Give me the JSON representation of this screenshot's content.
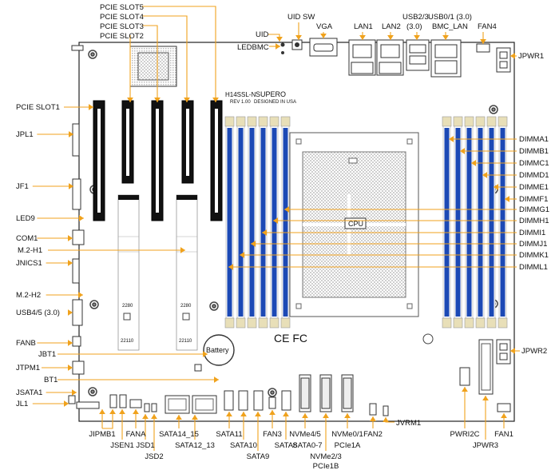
{
  "board": {
    "model": "H14SSL-N",
    "rev": "REV 1.00",
    "brand": "SUPERO",
    "designed": "DESIGNED IN USA",
    "cpu": "CPU",
    "battery": "Battery",
    "m2_2280": "2280",
    "m2_22110": "22110",
    "cert": "CE FC"
  },
  "colors": {
    "leader": "#f0a21c",
    "dimm_slot": "#1c49b5",
    "dimm_latch": "#e8dfb8",
    "board": "#ffffff",
    "outline": "#222222",
    "slot_black": "#111111",
    "label": "#111111"
  },
  "labels": {
    "top": {
      "pcie5": "PCIE SLOT5",
      "pcie4": "PCIE SLOT4",
      "pcie3": "PCIE SLOT3",
      "pcie2": "PCIE SLOT2",
      "uid_sw": "UID SW",
      "uid": "UID",
      "ledbmc": "LEDBMC",
      "vga": "VGA",
      "lan1": "LAN1",
      "lan2": "LAN2",
      "usb23_a": "USB2/3",
      "usb23_b": "(3.0)",
      "usb01": "USB0/1 (3.0)",
      "bmc_lan": "BMC_LAN",
      "fan4": "FAN4",
      "jpwr1": "JPWR1"
    },
    "left": {
      "pcie1": "PCIE SLOT1",
      "jpl1": "JPL1",
      "jf1": "JF1",
      "led9": "LED9",
      "com1": "COM1",
      "m2h1": "M.2-H1",
      "jnics1": "JNICS1",
      "m2h2": "M.2-H2",
      "usb45": "USB4/5 (3.0)",
      "fanb": "FANB",
      "jbt1": "JBT1",
      "jtpm1": "JTPM1",
      "bt1": "BT1",
      "jsata1": "JSATA1",
      "jl1": "JL1"
    },
    "right": {
      "dimma1": "DIMMA1",
      "dimmb1": "DIMMB1",
      "dimmc1": "DIMMC1",
      "dimmd1": "DIMMD1",
      "dimme1": "DIMME1",
      "dimmf1": "DIMMF1",
      "dimmg1": "DIMMG1",
      "dimmh1": "DIMMH1",
      "dimmi1": "DIMMI1",
      "dimmj1": "DIMMJ1",
      "dimmk1": "DIMMK1",
      "dimml1": "DIMML1",
      "jpwr2": "JPWR2"
    },
    "bottom": {
      "jipmb1": "JIPMB1",
      "jsen1": "JSEN1",
      "fana": "FANA",
      "jsd1": "JSD1",
      "jsd2": "JSD2",
      "sata14_15": "SATA14_15",
      "sata12_13": "SATA12_13",
      "sata11": "SATA11",
      "sata10": "SATA10",
      "sata9": "SATA9",
      "fan3": "FAN3",
      "sata8": "SATA8",
      "nvme45": "NVMe4/5",
      "sata07": "SATA0-7",
      "nvme23": "NVMe2/3",
      "pcie1b": "PCIe1B",
      "nvme01": "NVMe0/1",
      "pcie1a": "PCIe1A",
      "fan2": "FAN2",
      "jvrm1": "JVRM1",
      "pwri2c": "PWRI2C",
      "jpwr3": "JPWR3",
      "fan1": "FAN1"
    }
  }
}
